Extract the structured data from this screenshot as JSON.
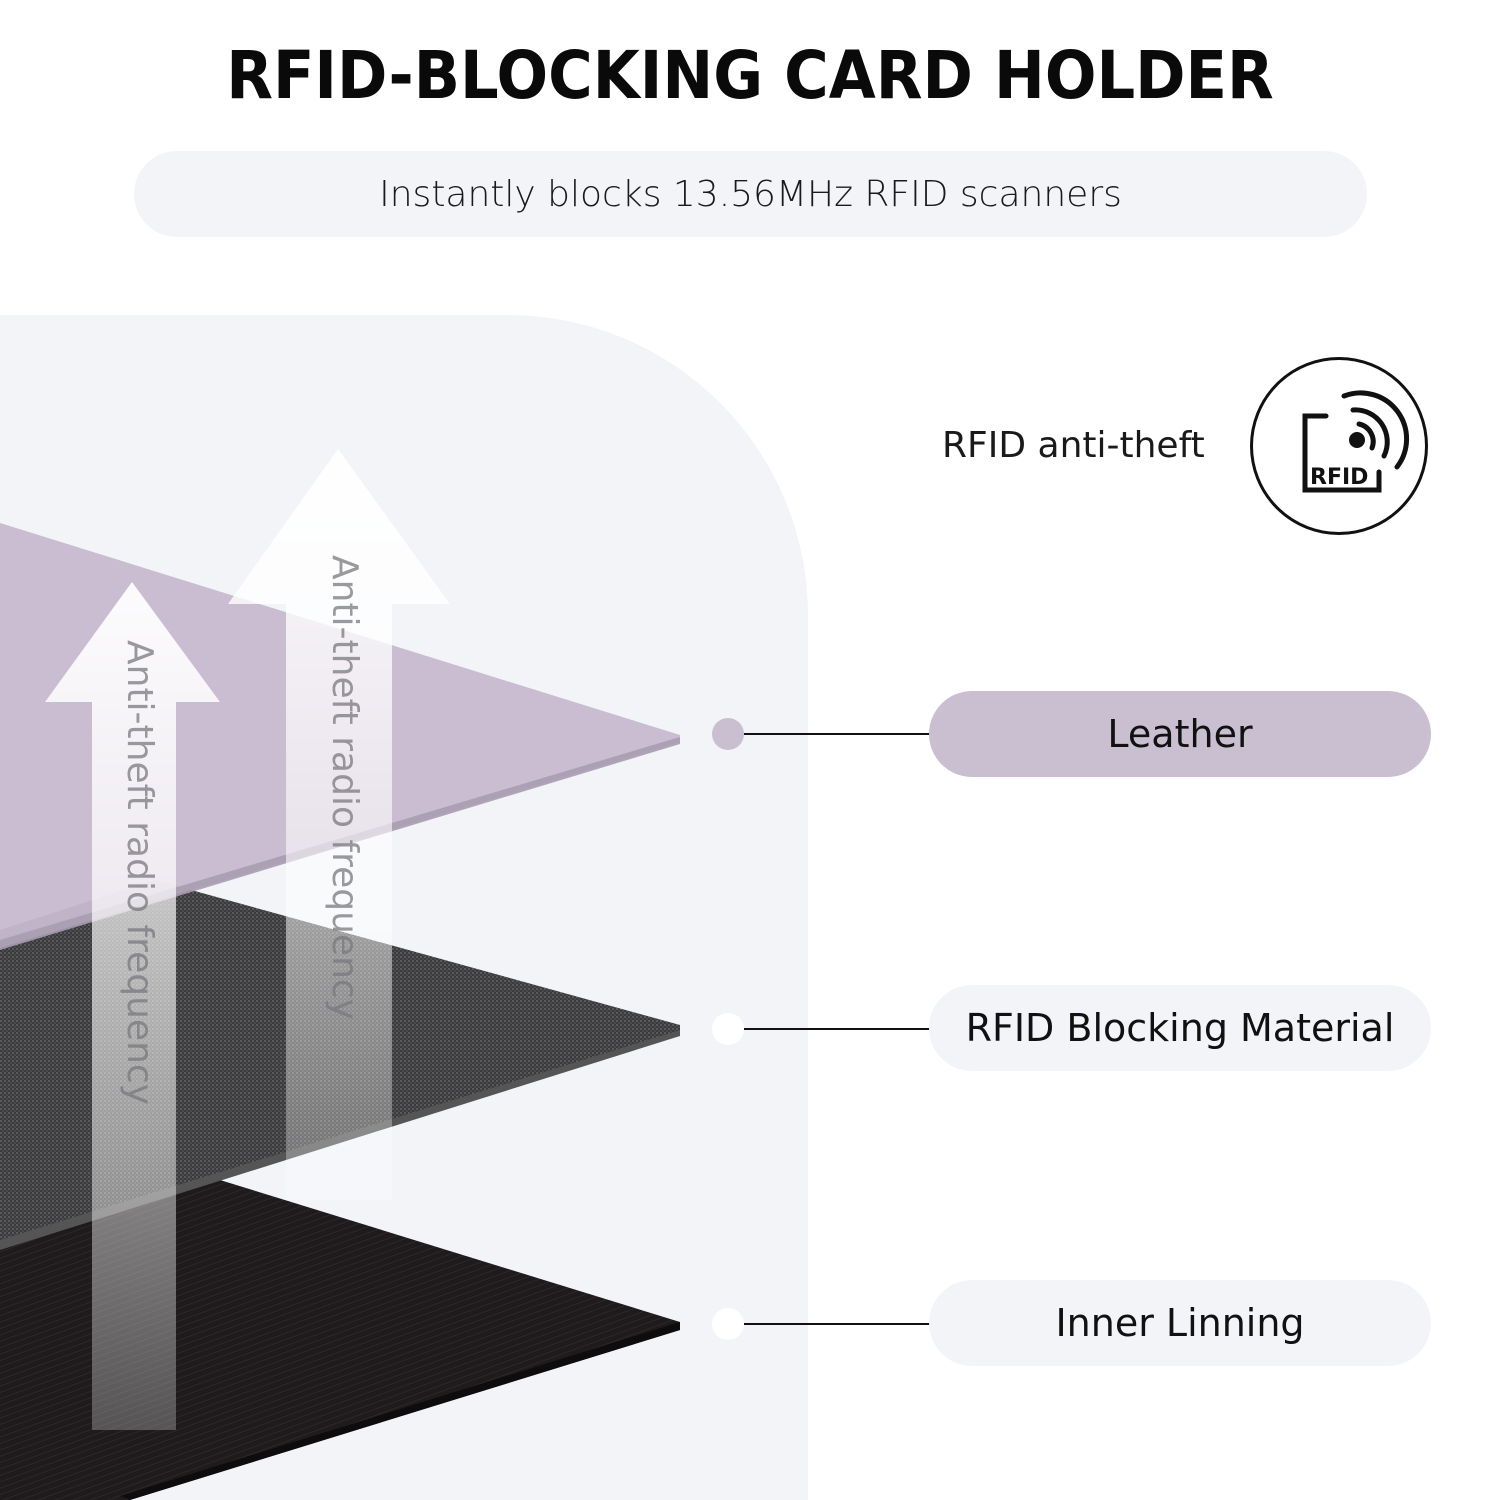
{
  "header": {
    "title": "RFID-BLOCKING CARD HOLDER",
    "subtitle": "Instantly blocks 13.56MHz RFID scanners"
  },
  "feature": {
    "label": "RFID anti-theft",
    "icon": "rfid-icon",
    "icon_text": "RFID"
  },
  "arrows": [
    {
      "text": "Anti-theft radio frequency"
    },
    {
      "text": "Anti-theft radio frequency"
    }
  ],
  "layers": [
    {
      "name": "Leather",
      "pill_color": "#c9bfd1",
      "dot_color": "#c9bfd1",
      "surface_color": "#c7b8cf"
    },
    {
      "name": "RFID Blocking Material",
      "pill_color": "#f2f4f8",
      "dot_color": "#ffffff",
      "surface_color": "#3a3a3c"
    },
    {
      "name": "Inner Linning",
      "pill_color": "#f2f4f8",
      "dot_color": "#ffffff",
      "surface_color": "#1e1a1c"
    }
  ],
  "colors": {
    "panel_bg": "#f2f4f8",
    "accent": "#c9bfd1"
  }
}
